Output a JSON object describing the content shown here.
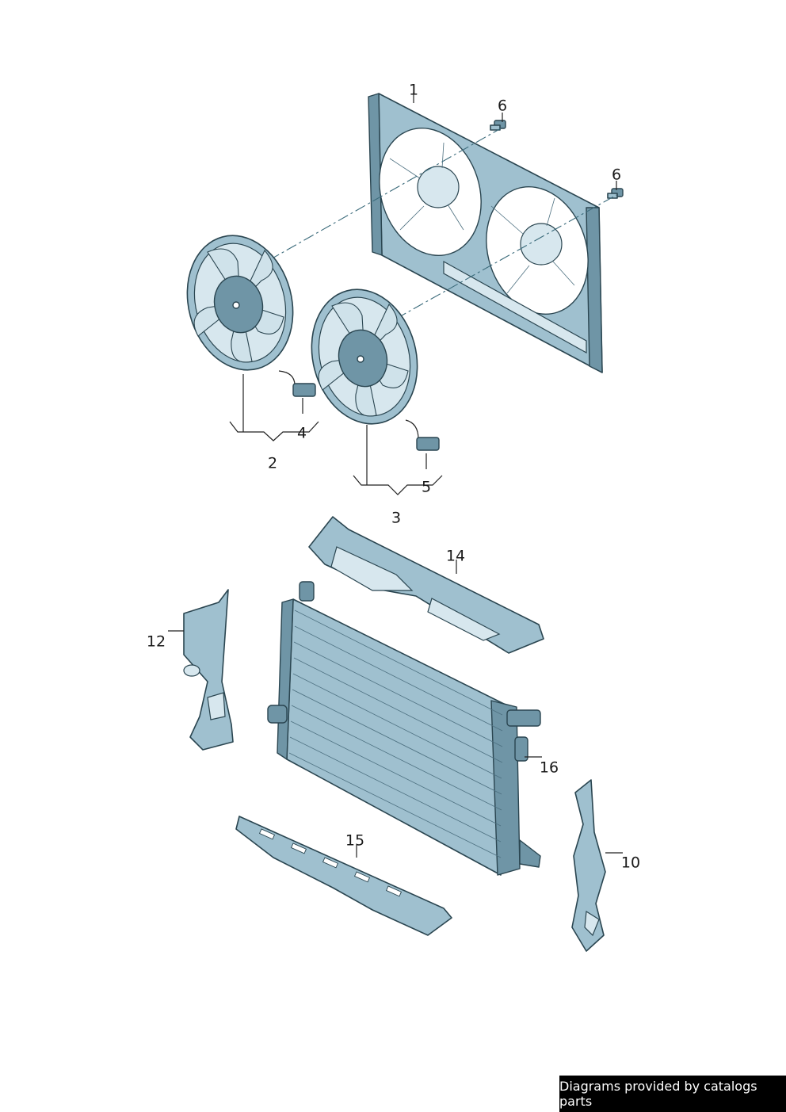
{
  "labels": {
    "l1": "1",
    "l2": "2",
    "l3": "3",
    "l4": "4",
    "l5": "5",
    "l6a": "6",
    "l6b": "6",
    "l10": "10",
    "l12": "12",
    "l14": "14",
    "l15": "15",
    "l16": "16"
  },
  "footer": {
    "credit": "Diagrams provided by catalogs parts"
  },
  "colors": {
    "part_fill": "#9fc0cf",
    "part_stroke": "#2a4550",
    "credit_bg": "#000000",
    "credit_text": "#ffffff"
  }
}
